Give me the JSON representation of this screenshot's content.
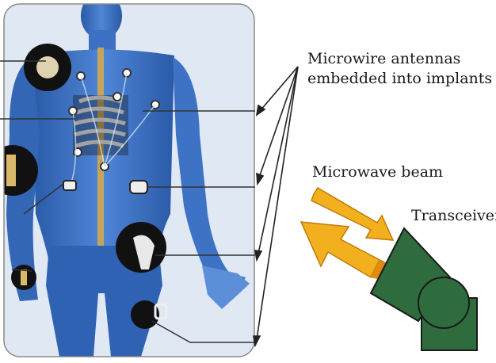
{
  "labels": {
    "antennas_line1": "Microwire antennas",
    "antennas_line2": "embedded into implants",
    "microwave_beam": "Microwave beam",
    "transceiver": "Transceiver"
  },
  "colors": {
    "body_blue": "#2f64b8",
    "body_light": "#6f9ee0",
    "body_dark": "#1c3f86",
    "transceiver_green": "#2e6b3d",
    "beam_yellow": "#f2b01e",
    "beam_orange": "#e08b10",
    "line": "#333333"
  }
}
